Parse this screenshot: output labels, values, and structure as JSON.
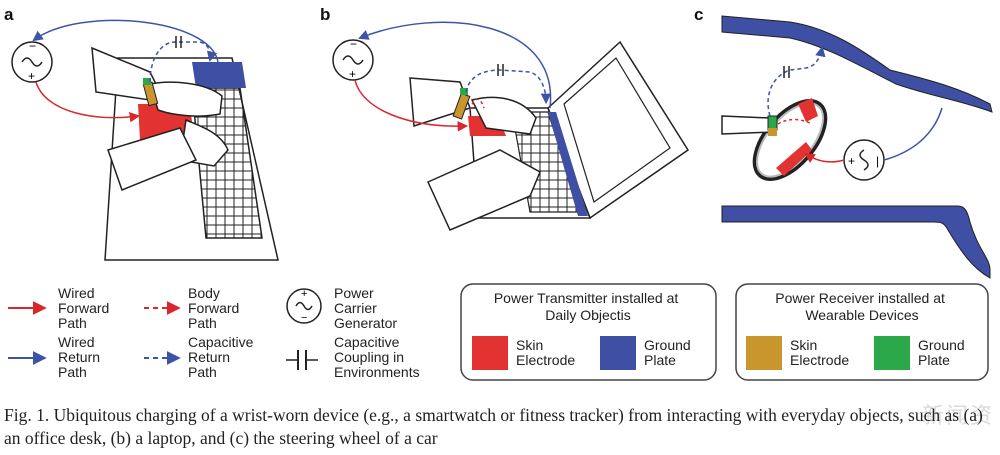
{
  "panels": {
    "a": "a",
    "b": "b",
    "c": "c"
  },
  "legend": {
    "wired_forward": [
      "Wired",
      "Forward",
      "Path"
    ],
    "body_forward": [
      "Body",
      "Forward",
      "Path"
    ],
    "power_carrier": [
      "Power",
      "Carrier",
      "Generator"
    ],
    "wired_return": [
      "Wired",
      "Return",
      "Path"
    ],
    "capacitive_return": [
      "Capacitive",
      "Return",
      "Path"
    ],
    "capacitive_coupling": [
      "Capacitive",
      "Coupling in",
      "Environments"
    ]
  },
  "transmitter_box": {
    "title": [
      "Power Transmitter installed at",
      "Daily Objectis"
    ],
    "items": [
      [
        "Skin",
        "Electrode"
      ],
      [
        "Ground",
        "Plate"
      ]
    ]
  },
  "receiver_box": {
    "title": [
      "Power Receiver installed at",
      "Wearable Devices"
    ],
    "items": [
      [
        "Skin",
        "Electrode"
      ],
      [
        "Ground",
        "Plate"
      ]
    ]
  },
  "colors": {
    "red": "#d9272e",
    "blue": "#3d53a6",
    "gold": "#c8962c",
    "green": "#2aa84a",
    "skin_red": "#e33232",
    "ground_blue": "#3f4fa3"
  },
  "caption": "Fig. 1.  Ubiquitous charging of a wrist-worn device (e.g., a smartwatch or fitness tracker) from interacting with everyday objects, such as (a) an office desk, (b) a laptop, and (c) the steering wheel of a car",
  "watermark": "新闻资"
}
